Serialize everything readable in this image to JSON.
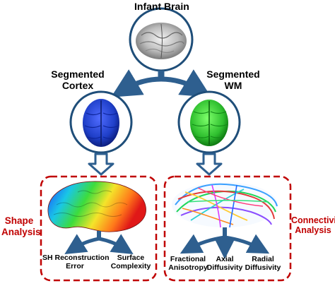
{
  "nodes": {
    "root": {
      "title": "Infant Brain",
      "icon": "gray-brain-mri-icon"
    },
    "cortex": {
      "title_line1": "Segmented",
      "title_line2": "Cortex",
      "icon": "blue-brain-icon"
    },
    "wm": {
      "title_line1": "Segmented",
      "title_line2": "WM",
      "icon": "green-brain-icon"
    }
  },
  "panels": {
    "shape": {
      "label_line1": "Shape",
      "label_line2": "Analysis",
      "image": "heatmap-cortex-surface",
      "metrics": [
        {
          "line1": "SH Reconstruction",
          "line2": "Error"
        },
        {
          "line1": "Surface",
          "line2": "Complexity"
        }
      ]
    },
    "connectivity": {
      "label_line1": "Connectivity",
      "label_line2": "Analysis",
      "image": "tractography-fibers",
      "metrics": [
        {
          "line1": "Fractional",
          "line2": "Anisotropy"
        },
        {
          "line1": "Axial",
          "line2": "Diffusivity"
        },
        {
          "line1": "Radial",
          "line2": "Diffusivity"
        }
      ]
    }
  },
  "colors": {
    "arrow": "#2e5f8f",
    "circle_border": "#1f4e79",
    "dashed_border": "#c00000",
    "cortex_brain": "#1f3fc8",
    "wm_brain": "#2fbf2f",
    "accent_label": "#c00000"
  }
}
